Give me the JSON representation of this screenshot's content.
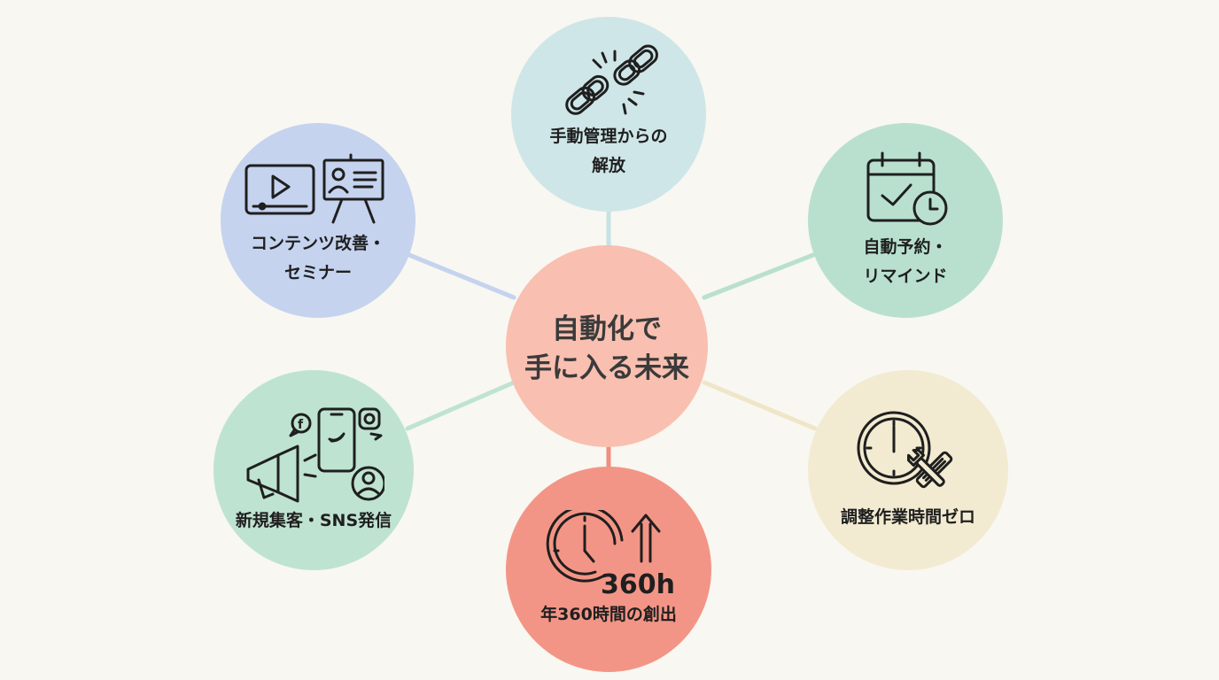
{
  "center": {
    "lines": [
      "自動化で",
      "手に入る未来"
    ]
  },
  "nodes": {
    "top": {
      "lines": [
        "手動管理からの",
        "解放"
      ],
      "icon": "broken-chain-icon"
    },
    "right_top": {
      "lines": [
        "自動予約・",
        "リマインド"
      ],
      "icon": "calendar-check-clock-icon"
    },
    "right_bottom": {
      "lines": [
        "調整作業時間ゼロ"
      ],
      "icon": "clock-tools-icon"
    },
    "bottom": {
      "lines": [
        "年360時間の創出"
      ],
      "icon": "clock-arrow-icon",
      "badge": "360h"
    },
    "left_bottom": {
      "lines": [
        "新規集客・SNS発信"
      ],
      "icon": "megaphone-social-icon"
    },
    "left_top": {
      "lines": [
        "コンテンツ改善・",
        "セミナー"
      ],
      "icon": "video-presentation-icon"
    }
  },
  "colors": {
    "background": "#f8f7f1",
    "center": "#f9bfb0",
    "top": "#cfe6e8",
    "right_top": "#b9e0cf",
    "right_bottom": "#f2ebd1",
    "bottom": "#f39586",
    "left_bottom": "#bfe3d1",
    "left_top": "#c5d3ef"
  }
}
